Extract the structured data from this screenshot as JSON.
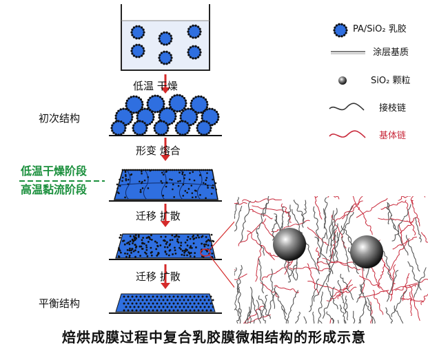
{
  "diagram": {
    "stages": [
      "初次结构",
      "平衡结构"
    ],
    "processes": [
      "低温 干燥",
      "形变  熔合",
      "迁移 扩散",
      "迁移 扩散"
    ],
    "phase_labels": [
      "低温干燥阶段",
      "高温黏流阶段"
    ],
    "legend": [
      {
        "icon": "latex-particle-icon",
        "text": "PA/SiO₂ 乳胶"
      },
      {
        "icon": "coating-matrix-line-icon",
        "text": "涂层基质"
      },
      {
        "icon": "silica-particle-icon",
        "text": "SiO₂ 颗粒"
      },
      {
        "icon": "grafted-chain-icon",
        "text": "接枝链"
      },
      {
        "icon": "matrix-chain-icon",
        "text": "基体链",
        "color": "#c8283a"
      }
    ],
    "caption": "焙烘成膜过程中复合乳胶膜微相结构的形成示意"
  },
  "colors": {
    "particle_blue": "#2f6fe0",
    "arrow_red": "#d42a2a",
    "green": "#1a8f3c",
    "chain_red": "#c8283a",
    "beaker_water": "#e8eef9"
  }
}
